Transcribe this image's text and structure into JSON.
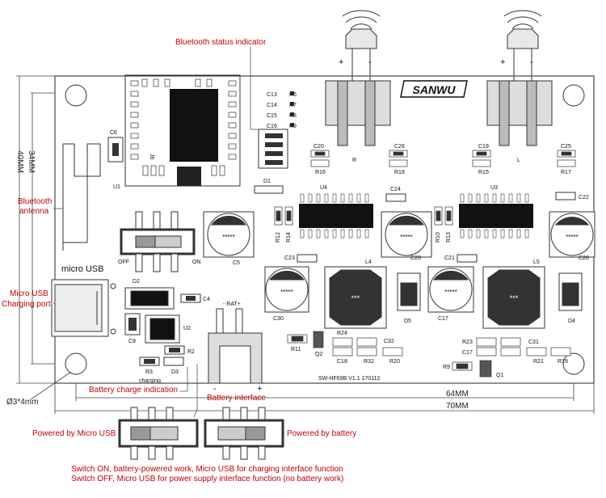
{
  "annotations": {
    "bt_status": "Bluetooth status indicator",
    "bt_antenna_1": "Bluetooth",
    "bt_antenna_2": "antenna",
    "usb_port_1": "Micro USB",
    "usb_port_2": "Charging port",
    "battery_charge": "Battery charge indication",
    "battery_interface": "Battery interface",
    "powered_usb": "Powered by  Micro USB",
    "powered_battery": "Powered by  battery",
    "note_on": "Switch ON, battery-powered work, Micro USB for charging interface function",
    "note_off": "Switch OFF, Micro USB for power supply interface function (no battery work)"
  },
  "board": {
    "brand": "SANWU",
    "model": "SW-HF69B  V1.1  170112",
    "micro_usb": "micro USB",
    "charging": "charging",
    "rat": "- RAT+"
  },
  "dimensions": {
    "h_inner": "34MM",
    "h_outer": "40MM",
    "w_inner": "64MM",
    "w_outer": "70MM",
    "hole": "Ø3*4mm"
  },
  "components": {
    "c6": "C6",
    "u1": "U1",
    "j6": "J6",
    "c13": "C13",
    "c14": "C14",
    "c15": "C15",
    "c16": "C16",
    "r6": "R6",
    "r7": "R7",
    "r8": "R8",
    "r9": "R9",
    "d1": "D1",
    "c20a": "C20",
    "r16": "R16",
    "c26": "C26",
    "r18": "R18",
    "c19": "C19",
    "r15": "R15",
    "c25": "C25",
    "r17": "R17",
    "R": "R",
    "L": "L",
    "u4": "U4",
    "u3": "U3",
    "c24": "C24",
    "c22": "C22",
    "r12": "R12",
    "r14": "R14",
    "r10": "R10",
    "r13": "R13",
    "c5": "C5",
    "c20b": "C20",
    "c28": "C28",
    "c23": "C23",
    "c21": "C21",
    "l4": "L4",
    "l5": "L5",
    "c30": "C30",
    "c17a": "C17",
    "d5": "D5",
    "d4": "D4",
    "d2": "D2",
    "c4": "C4",
    "c9": "C9",
    "u2": "U2",
    "r2": "R2",
    "r3": "R3",
    "d3": "D3",
    "r11": "R11",
    "q2": "Q2",
    "r24": "R24",
    "c18": "C18",
    "c32": "C32",
    "r32": "R32",
    "r20": "R20",
    "r23": "R23",
    "c31": "C31",
    "c17b": "C17",
    "r21": "R21",
    "r19": "R19",
    "r9b": "R9",
    "q1": "Q1",
    "off": "OFF",
    "on": "ON",
    "plus": "+",
    "minus": "-"
  }
}
